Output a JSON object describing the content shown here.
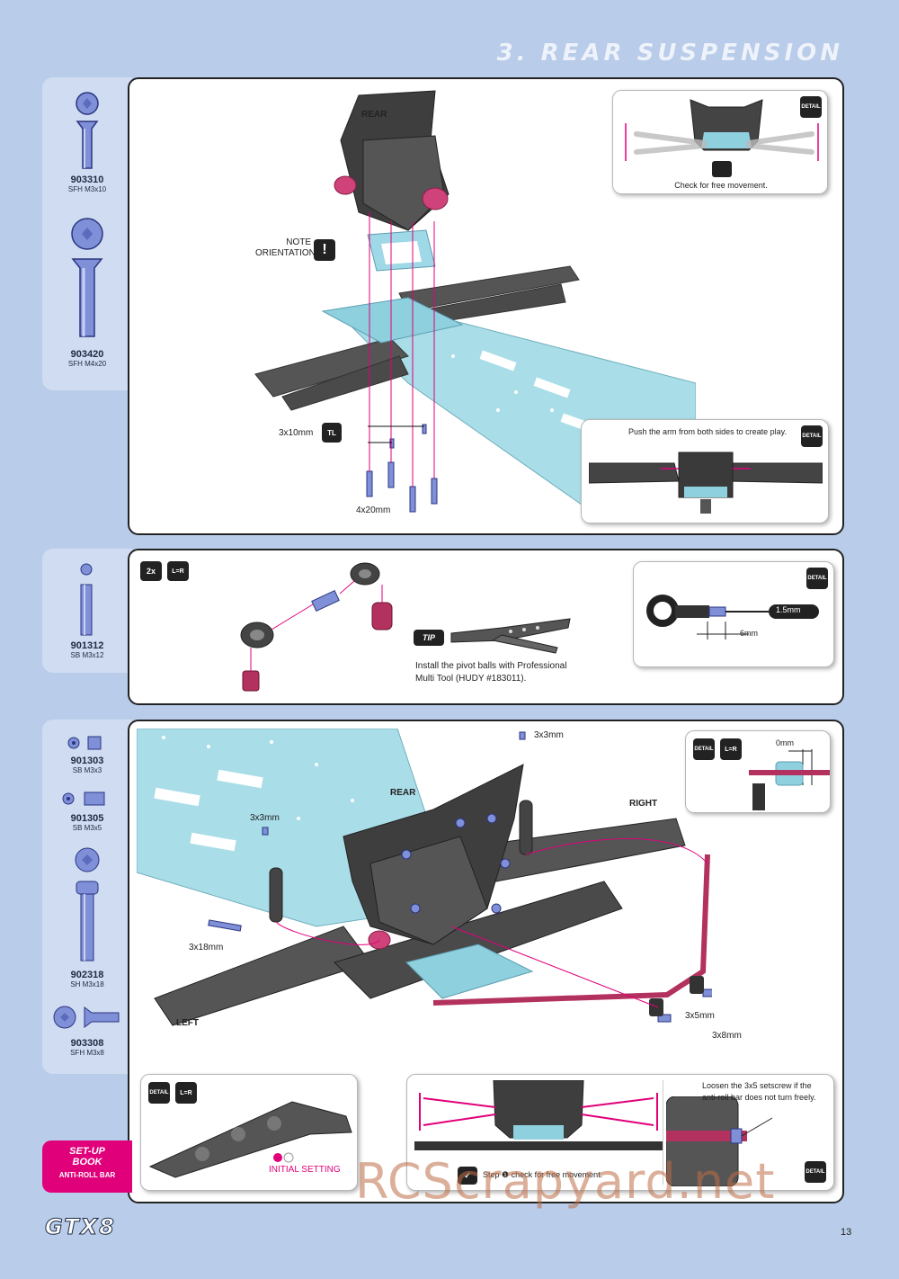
{
  "header": {
    "title": "3. REAR SUSPENSION"
  },
  "step1": {
    "parts": [
      {
        "num": "903310",
        "desc": "SFH M3x10"
      },
      {
        "num": "903420",
        "desc": "SFH M4x20"
      }
    ],
    "labels": {
      "rear": "REAR",
      "note": "NOTE\nORIENTATION",
      "screw_a": "3x10mm",
      "screw_b": "4x20mm",
      "tl": "TL"
    },
    "detail_top": {
      "caption": "Check for free movement.",
      "badge": "DETAIL"
    },
    "detail_bottom": {
      "caption": "Push the arm from both sides to create play.",
      "badge": "DETAIL"
    }
  },
  "step2": {
    "parts": [
      {
        "num": "901312",
        "desc": "SB M3x12"
      }
    ],
    "qty": "2x",
    "lr": "L=R",
    "tip": "TIP",
    "tip_text": "Install the pivot balls with Professional Multi Tool (HUDY #183011).",
    "detail": {
      "dim_a": "1.5mm",
      "dim_b": "6mm",
      "badge": "DETAIL"
    }
  },
  "step3": {
    "parts": [
      {
        "num": "901303",
        "desc": "SB M3x3"
      },
      {
        "num": "901305",
        "desc": "SB M3x5"
      },
      {
        "num": "902318",
        "desc": "SH M3x18"
      },
      {
        "num": "903308",
        "desc": "SFH M3x8"
      }
    ],
    "labels": {
      "rear": "REAR",
      "right": "RIGHT",
      "left": "LEFT",
      "screw_3x3_a": "3x3mm",
      "screw_3x3_b": "3x3mm",
      "screw_3x18": "3x18mm",
      "screw_3x5": "3x5mm",
      "screw_3x8": "3x8mm"
    },
    "detail_top": {
      "dim": "0mm",
      "badge": "DETAIL",
      "lr": "L=R"
    },
    "detail_a": {
      "caption": "INITIAL SETTING",
      "badge": "DETAIL",
      "lr": "L=R"
    },
    "detail_b": {
      "caption": "Step ❶ check for free movement."
    },
    "detail_c": {
      "caption": "Loosen the 3x5 setscrew if the anti-roll bar does not turn freely.",
      "badge": "DETAIL"
    }
  },
  "setup_book": {
    "line1": "SET-UP",
    "line2": "BOOK",
    "line3": "ANTI-ROLL BAR"
  },
  "footer": {
    "brand": "GTX8",
    "page": "13",
    "watermark": "RCScrapyard.net"
  }
}
